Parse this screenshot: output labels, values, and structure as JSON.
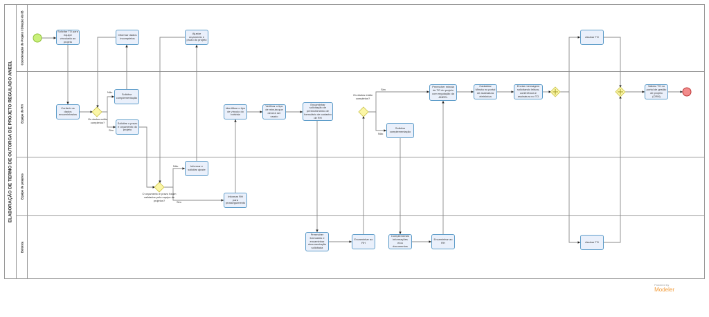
{
  "title": "ELABORAÇÃO DE TERMO DE OUTORGA DE PROJETO REGULADO ANEEL",
  "lanes": [
    "Coordenação do Projeto / Direção do IB",
    "Equipe do RH",
    "Equipe de projetos",
    "Bolsista"
  ],
  "tasks": {
    "t1": "Solicitar TO para equipe vinculada ao projeto",
    "t2": "Informar dados incompletos",
    "t3": "Ajustar orçamento e prazo do projeto",
    "t4": "Conferir os dados encaminhados",
    "t5": "Solicitar complementação",
    "t6": "Solicitar o prazo e orçamento do projeto",
    "t7": "Informar e solicitar ajuste",
    "t8": "Informar RH para prosseguimento",
    "t9": "Identificar o tipo de vínculo do bolsista",
    "t10": "Verificar o tipo de minuta que deverá ser usado",
    "t11": "Encaminhar solicitação de preenchimento de formulário de cadastro de RH",
    "t12": "Preencher formulário e encaminhar documentação solicitada",
    "t13": "Encaminhar ao RH",
    "t14": "Solicitar complementação",
    "t15": "Complementar informações e/ou documentos",
    "t16": "Encaminhar ao RH",
    "t17": "Preencher minuta de TO do projeto com regulação da ANEEL",
    "t18": "Cadastrar Minuta no portal de assinatura eletrônica",
    "t19": "Enviar mensagem solicitando leitura, conferência e assinatura no TO",
    "t20": "Assinar TO",
    "t21": "Assinar TO",
    "t22": "Validar TO no portal de gestão de projeto (CRM)"
  },
  "gateways": {
    "g1": "Os dados estão completos?",
    "g2": "O orçamento e prazo foram validados pela equipe de projetos?",
    "g3": "Os dados estão completos?"
  },
  "flow_labels": {
    "yes": "Sim",
    "no": "Não"
  },
  "brand": {
    "powered": "Powered by",
    "name": "Modeler"
  }
}
